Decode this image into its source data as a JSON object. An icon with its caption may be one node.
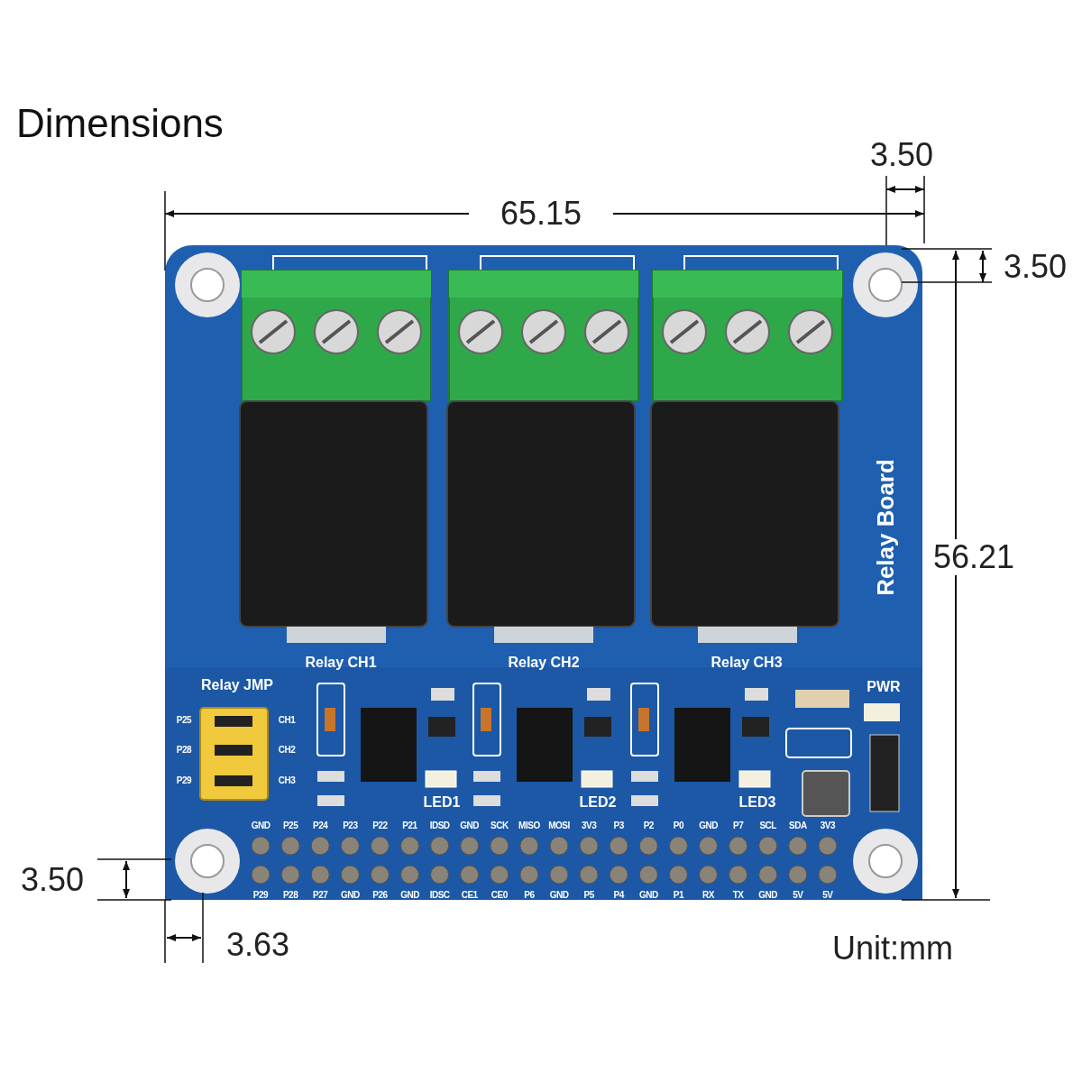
{
  "diagram": {
    "title": "Dimensions",
    "labels": [
      "3.50",
      "65.15",
      "3.50",
      "Relay Board",
      "56.21",
      "Relay CH1",
      "Relay CH2",
      "Relay CH3",
      "Relay JMP",
      "PWR",
      "P25",
      "CH1",
      "P28",
      "CH2",
      "P29",
      "CH3",
      "LED1",
      "LED2",
      "LED3",
      "GND",
      "P25",
      "P24",
      "P23",
      "P22",
      "P21",
      "IDSD",
      "GND",
      "SCK",
      "MISO",
      "MOSI",
      "3V3",
      "P3",
      "P2",
      "P0",
      "GND",
      "P7",
      "SCL",
      "SDA",
      "3V3",
      "P29",
      "P28",
      "P27",
      "GND",
      "P26",
      "GND",
      "IDSC",
      "CE1",
      "CE0",
      "P6",
      "GND",
      "P5",
      "P4",
      "GND",
      "P1",
      "RX",
      "TX",
      "GND",
      "5V",
      "5V",
      "3.50",
      "3.63",
      "Unit:mm"
    ]
  }
}
